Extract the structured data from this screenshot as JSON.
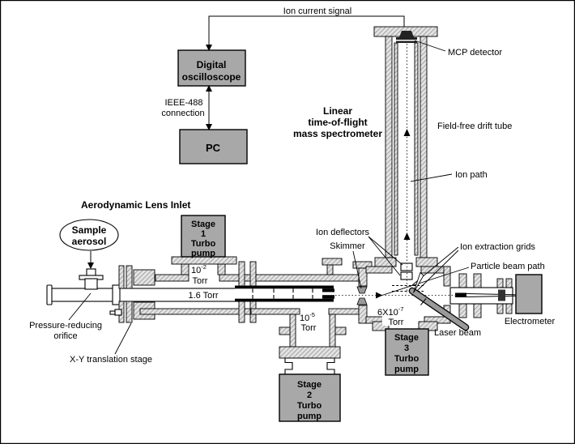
{
  "title": "Aerosol time-of-flight mass spectrometer schematic",
  "colors": {
    "box_gray": "#a8a8a8",
    "laser_gray": "#999999",
    "detector_dark": "#222222",
    "skimmer_gray": "#9a9a9a",
    "wall_hatch": "#8a8a8a",
    "background": "#ffffff"
  },
  "top": {
    "signal_label": "Ion current signal"
  },
  "computers": {
    "oscilloscope_line1": "Digital",
    "oscilloscope_line2": "oscilloscope",
    "connection_line1": "IEEE-488",
    "connection_line2": "connection",
    "pc_label": "PC"
  },
  "spectrometer": {
    "title_line1": "Linear",
    "title_line2": "time-of-flight",
    "title_line3": "mass spectrometer",
    "mcp_label": "MCP detector",
    "drift_tube_label": "Field-free drift tube",
    "ion_path_label": "Ion path"
  },
  "inlet": {
    "title": "Aerodynamic Lens Inlet",
    "sample_line1": "Sample",
    "sample_line2": "aerosol",
    "orifice_line1": "Pressure-reducing",
    "orifice_line2": "orifice",
    "xy_stage_label": "X-Y translation stage",
    "tube_pressure": "1.6 Torr"
  },
  "pumps": {
    "stage1": [
      "Stage",
      "1",
      "Turbo",
      "pump"
    ],
    "stage2": [
      "Stage",
      "2",
      "Turbo",
      "pump"
    ],
    "stage3": [
      "Stage",
      "3",
      "Turbo",
      "pump"
    ]
  },
  "pressures": {
    "stage1": {
      "base": "10",
      "exp": "-2",
      "unit": "Torr"
    },
    "stage2": {
      "base": "10",
      "exp": "-5",
      "unit": "Torr"
    },
    "stage3": {
      "base": "6X10",
      "exp": "-7",
      "unit": "Torr"
    }
  },
  "source_region": {
    "deflectors_label": "Ion deflectors",
    "skimmer_label": "Skimmer",
    "grids_label": "Ion extraction grids",
    "particle_beam_label": "Particle beam path",
    "laser_label": "Laser beam",
    "electrometer_label": "Electrometer"
  }
}
